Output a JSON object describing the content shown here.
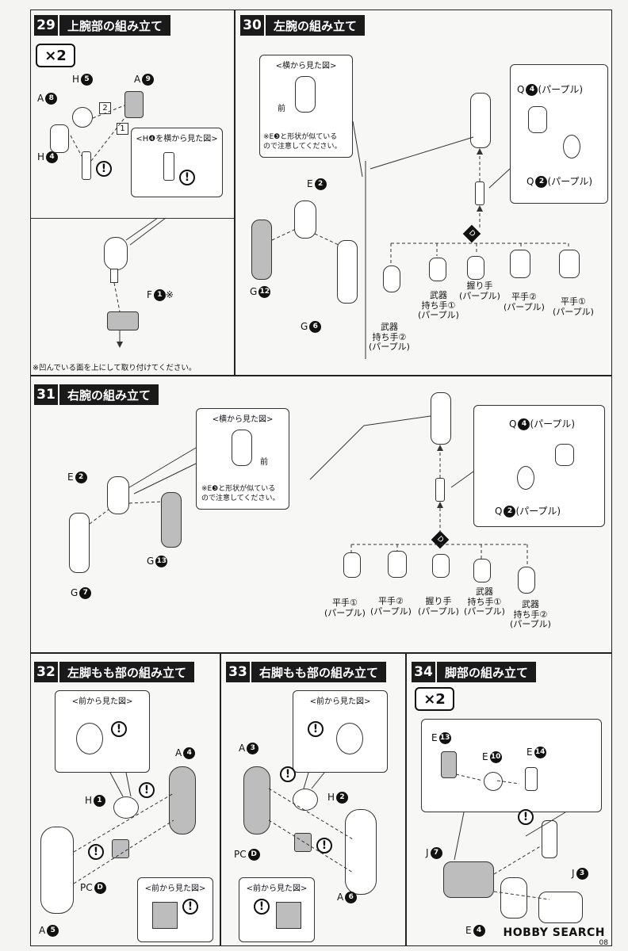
{
  "steps": {
    "s29": {
      "num": "29",
      "title": "上腕部の組み立て",
      "multiplier": "×2",
      "labels": {
        "h5": "H",
        "a9": "A",
        "a8": "A",
        "h4": "H",
        "f1": "F"
      },
      "badges": {
        "h5": "5",
        "a9": "9",
        "a8": "8",
        "h4": "4",
        "f1": "1"
      },
      "seq1": "1",
      "seq2": "2",
      "callout": "<H❹を横から見た図>",
      "asterisk": "※",
      "footnote": "※凹んでいる面を上にして取り付けてください。"
    },
    "s30": {
      "num": "30",
      "title": "左腕の組み立て",
      "callout": "<横から見た図>",
      "front": "前",
      "note": "※E❸と形状が似ている\nので注意してください。",
      "labels": {
        "e2": "E",
        "g12": "G",
        "g6": "G",
        "q4": "Q",
        "q2": "Q"
      },
      "badges": {
        "e2": "2",
        "g12": "12",
        "g6": "6",
        "q4": "4",
        "q2": "2"
      },
      "purple": "(パープル)",
      "hands": [
        "武器\n持ち手②\n(パープル)",
        "武器\n持ち手①\n(パープル)",
        "握り手\n(パープル)",
        "平手②\n(パープル)",
        "平手①\n(パープル)"
      ]
    },
    "s31": {
      "num": "31",
      "title": "右腕の組み立て",
      "callout": "<横から見た図>",
      "front": "前",
      "note": "※E❸と形状が似ている\nので注意してください。",
      "labels": {
        "e2": "E",
        "g13": "G",
        "g7": "G",
        "q4": "Q",
        "q2": "Q"
      },
      "badges": {
        "e2": "2",
        "g13": "13",
        "g7": "7",
        "q4": "4",
        "q2": "2"
      },
      "purple": "(パープル)",
      "hands": [
        "平手①\n(パープル)",
        "平手②\n(パープル)",
        "握り手\n(パープル)",
        "武器\n持ち手①\n(パープル)",
        "武器\n持ち手②\n(パープル)"
      ]
    },
    "s32": {
      "num": "32",
      "title": "左脚もも部の組み立て",
      "callout1": "<前から見た図>",
      "callout2": "<前から見た図>",
      "labels": {
        "a4": "A",
        "h1": "H",
        "pcd": "PC",
        "a5": "A"
      },
      "badges": {
        "a4": "4",
        "h1": "1",
        "pcd": "D",
        "a5": "5"
      }
    },
    "s33": {
      "num": "33",
      "title": "右脚もも部の組み立て",
      "callout1": "<前から見た図>",
      "callout2": "<前から見た図>",
      "labels": {
        "a3": "A",
        "h2": "H",
        "pcd": "PC",
        "a6": "A"
      },
      "badges": {
        "a3": "3",
        "h2": "2",
        "pcd": "D",
        "a6": "6"
      }
    },
    "s34": {
      "num": "34",
      "title": "脚部の組み立て",
      "multiplier": "×2",
      "labels": {
        "e13": "E",
        "e10": "E",
        "e14": "E",
        "j7": "J",
        "j3": "J",
        "e4": "E"
      },
      "badges": {
        "e13": "13",
        "e10": "10",
        "e14": "14",
        "j7": "7",
        "j3": "3",
        "e4": "4"
      }
    }
  },
  "diamond_label": "D",
  "warn_symbol": "!",
  "watermark": "HOBBY SEARCH",
  "page_number": "08"
}
